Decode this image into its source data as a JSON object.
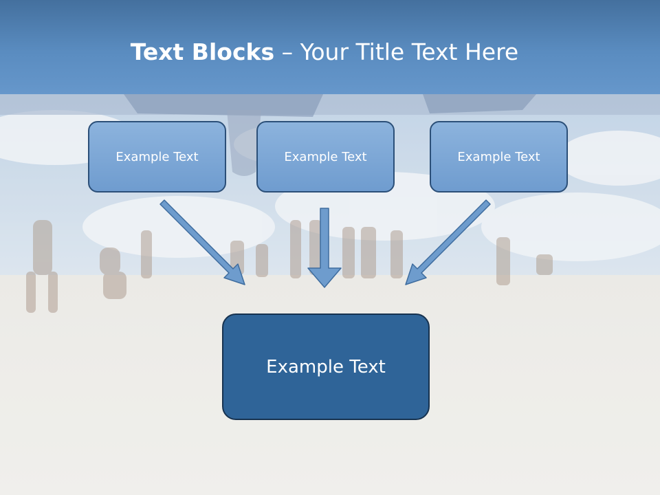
{
  "slide": {
    "title_bold": "Text Blocks",
    "title_separator": " – ",
    "title_rest": "Your Title Text Here",
    "boxes": [
      {
        "label": "Example Text"
      },
      {
        "label": "Example Text"
      },
      {
        "label": "Example Text"
      }
    ],
    "main_box": {
      "label": "Example Text"
    }
  },
  "colors": {
    "title_bar": "#5a8cc0",
    "box_fill": "#7ba6d6",
    "box_border": "#2b4f78",
    "main_box_fill": "#2f6498",
    "arrow_fill": "#6e9ccd"
  }
}
